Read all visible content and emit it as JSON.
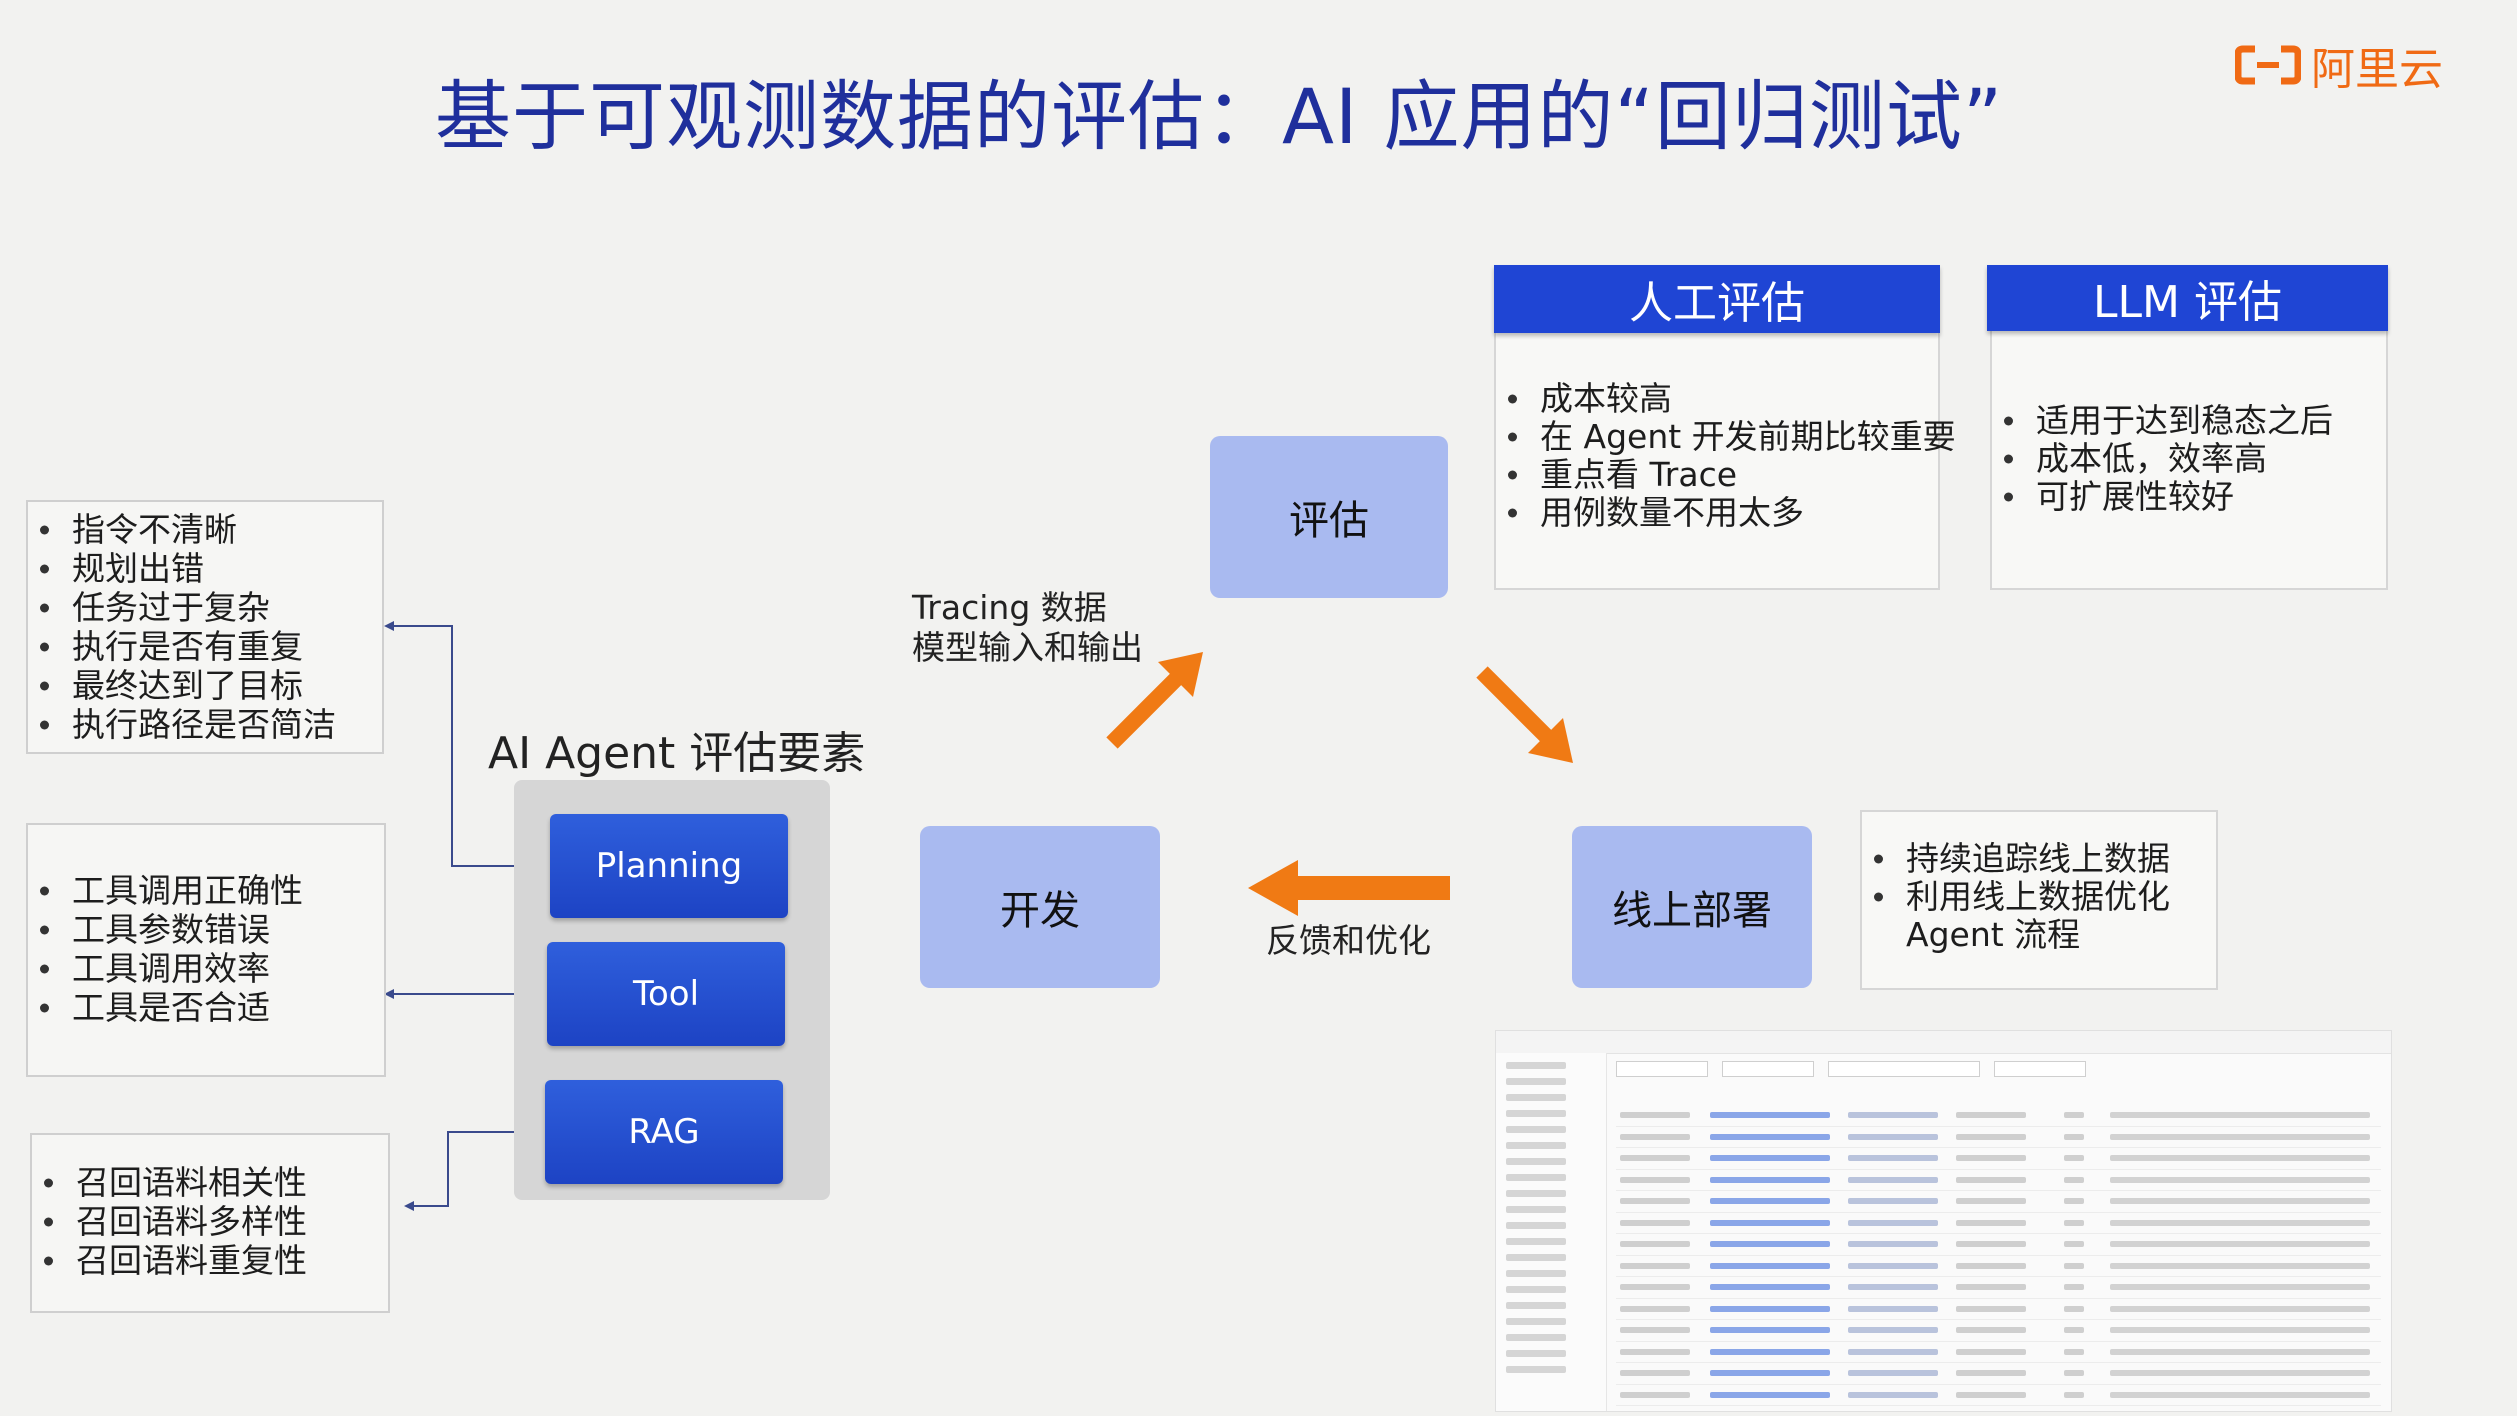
{
  "title": "基于可观测数据的评估：AI 应用的“回归测试”",
  "brand": {
    "name": "阿里云",
    "color": "#f06a14"
  },
  "colors": {
    "title": "#1f2f9c",
    "node": "#a9baf0",
    "header": "#1f45d4",
    "arrow": "#f07a14"
  },
  "agent": {
    "title": "AI Agent 评估要素",
    "components": [
      "Planning",
      "Tool",
      "RAG"
    ]
  },
  "lists": {
    "planning": [
      "指令不清晰",
      "规划出错",
      "任务过于复杂",
      "执行是否有重复",
      "最终达到了目标",
      "执行路径是否简洁"
    ],
    "tool": [
      "工具调用正确性",
      "工具参数错误",
      "工具调用效率",
      "工具是否合适"
    ],
    "rag": [
      "召回语料相关性",
      "召回语料多样性",
      "召回语料重复性"
    ]
  },
  "cycle": {
    "eval": "评估",
    "dev": "开发",
    "prod": "线上部署",
    "tracing_line1": "Tracing 数据",
    "tracing_line2": "模型输入和输出",
    "feedback": "反馈和优化"
  },
  "human_eval": {
    "title": "人工评估",
    "items": [
      "成本较高",
      "在 Agent 开发前期比较重要",
      "重点看 Trace",
      "用例数量不用太多"
    ]
  },
  "llm_eval": {
    "title": "LLM 评估",
    "items": [
      "适用于达到稳态之后",
      "成本低，效率高",
      "可扩展性较好"
    ]
  },
  "deploy_notes": {
    "items": [
      "持续追踪线上数据",
      "利用线上数据优化"
    ],
    "continuation": "Agent 流程"
  }
}
